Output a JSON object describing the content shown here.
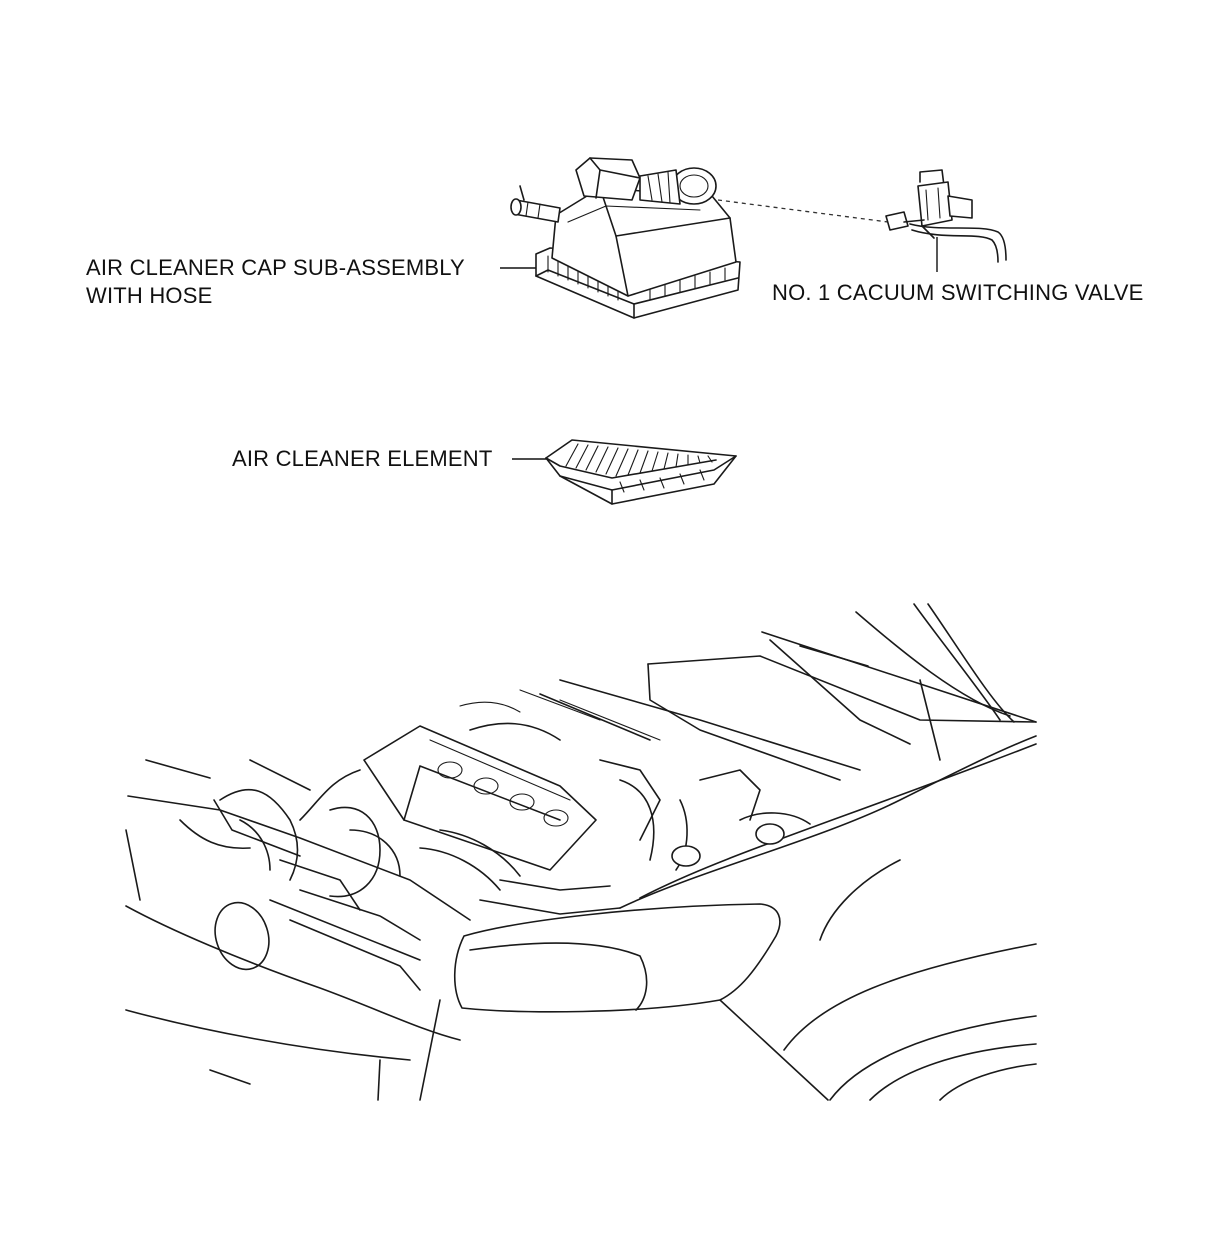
{
  "labels": {
    "cap_line1": "AIR CLEANER CAP SUB-ASSEMBLY",
    "cap_line2": "WITH HOSE",
    "valve": "NO. 1 CACUUM SWITCHING VALVE",
    "element": "AIR CLEANER ELEMENT"
  },
  "colors": {
    "line": "#1a1a1a",
    "background": "#ffffff"
  },
  "icons": {
    "cap": "air-cleaner-cap-illustration",
    "valve": "vacuum-switching-valve-illustration",
    "element": "air-cleaner-element-illustration",
    "vehicle": "vehicle-engine-bay-illustration"
  }
}
